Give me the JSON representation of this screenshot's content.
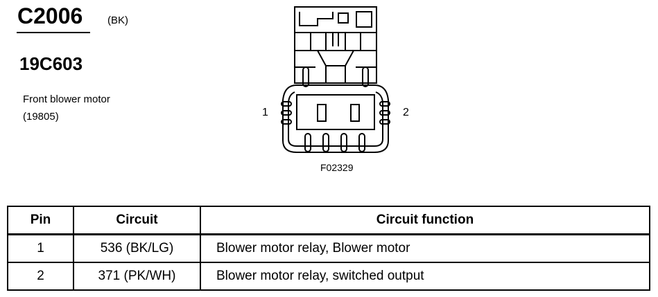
{
  "connector": {
    "id": "C2006",
    "color": "(BK)",
    "part_number": "19C603",
    "description_line1": "Front blower motor",
    "description_line2": "(19805)"
  },
  "figure": {
    "pin_left_label": "1",
    "pin_right_label": "2",
    "figure_id": "F02329"
  },
  "table": {
    "headers": [
      "Pin",
      "Circuit",
      "Circuit function"
    ],
    "rows": [
      {
        "pin": "1",
        "circuit": "536 (BK/LG)",
        "function": "Blower motor relay, Blower motor"
      },
      {
        "pin": "2",
        "circuit": "371 (PK/WH)",
        "function": "Blower motor relay, switched output"
      }
    ]
  }
}
